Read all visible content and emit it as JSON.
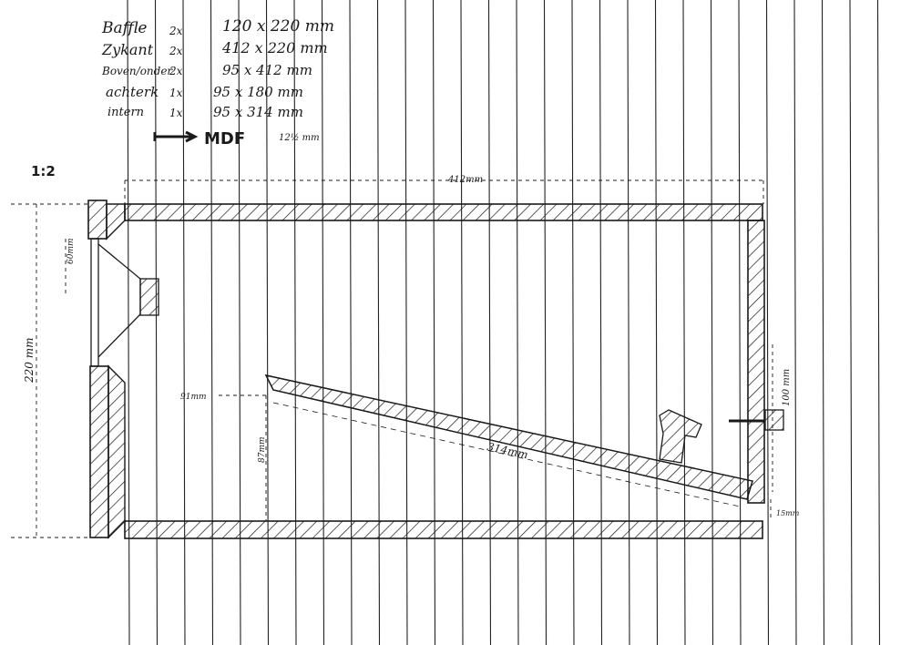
{
  "cut_list": [
    {
      "part": "Baffle",
      "qty": "2x",
      "size": "120 x 220 mm"
    },
    {
      "part": "Zykant",
      "qty": "2x",
      "size": "412 x 220 mm"
    },
    {
      "part": "Boven/onder",
      "qty": "2x",
      "size": "95 x 412 mm"
    },
    {
      "part": "achterk",
      "qty": "1x",
      "size": "95 x 180 mm"
    },
    {
      "part": "intern",
      "qty": "1x",
      "size": "95 x 314 mm"
    }
  ],
  "material": {
    "name": "MDF",
    "thickness": "12½ mm"
  },
  "scale": "1:2",
  "dimensions": {
    "width": "412mm",
    "height": "220 mm",
    "driver_offset": "60mm",
    "intern_offset": "91mm",
    "intern_height": "87mm",
    "intern_length": "314mm",
    "port_height": "100 mm",
    "gap": "15mm"
  },
  "colors": {
    "ink": "#1a1a1a",
    "ruling": "#222222",
    "paper": "#ffffff"
  }
}
